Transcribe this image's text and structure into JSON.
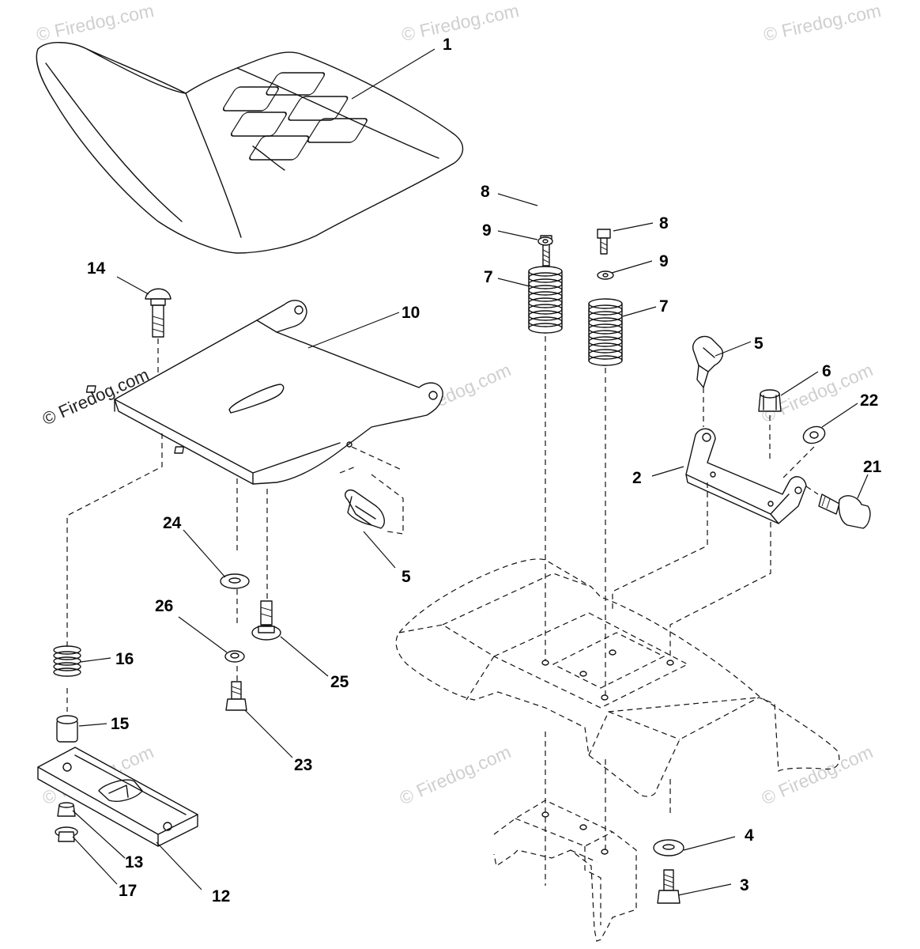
{
  "watermark": {
    "text": "© Firedog.com"
  },
  "callouts": {
    "c1": "1",
    "c2": "2",
    "c3": "3",
    "c4": "4",
    "c5a": "5",
    "c5b": "5",
    "c6": "6",
    "c7a": "7",
    "c7b": "7",
    "c8a": "8",
    "c8b": "8",
    "c9a": "9",
    "c9b": "9",
    "c10": "10",
    "c12": "12",
    "c13": "13",
    "c14": "14",
    "c15": "15",
    "c16": "16",
    "c17": "17",
    "c21": "21",
    "c22": "22",
    "c23": "23",
    "c24": "24",
    "c25": "25",
    "c26": "26"
  }
}
